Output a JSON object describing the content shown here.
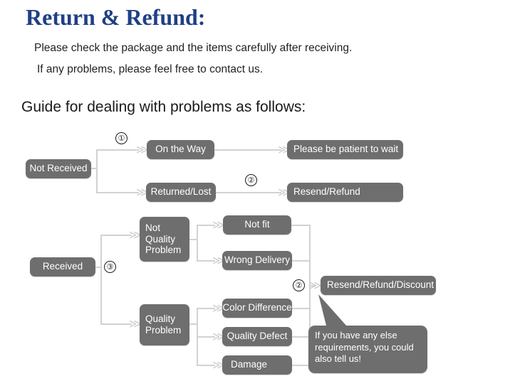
{
  "document": {
    "title": "Return & Refund:",
    "lead_line_1": "Please check the package and the items carefully after receiving.",
    "lead_line_2": "If any problems, please feel free to contact us.",
    "guide_heading": "Guide for dealing with problems as follows:"
  },
  "colors": {
    "title_blue": "#1f3f86",
    "node_gray": "#6e6e6e",
    "connector_gray": "#d2d2d2",
    "body_text": "#222222",
    "page_background": "#ffffff"
  },
  "flowchart": {
    "nodes": {
      "not_received": "Not Received",
      "on_the_way": "On the Way",
      "returned_lost": "Returned/Lost",
      "please_be_patient": "Please be patient to wait",
      "resend_refund": "Resend/Refund",
      "received": "Received",
      "not_quality_problem": "Not\nQuality\nProblem",
      "not_quality_problem_l1": "Not",
      "not_quality_problem_l2": "Quality",
      "not_quality_problem_l3": "Problem",
      "quality_problem_l1": "Quality",
      "quality_problem_l2": "Problem",
      "not_fit": "Not fit",
      "wrong_delivery": "Wrong Delivery",
      "color_difference": "Color Difference",
      "quality_defect": "Quality Defect",
      "damage": "Damage",
      "resend_refund_discount": "Resend/Refund/Discount"
    },
    "markers": {
      "m1": "①",
      "m2_top": "②",
      "m3": "③",
      "m2_bottom": "②"
    },
    "callout": {
      "line_1": "If you have any else",
      "line_2": "requirements, you could",
      "line_3": "also tell us!"
    },
    "arrow_glyph": "≫"
  }
}
